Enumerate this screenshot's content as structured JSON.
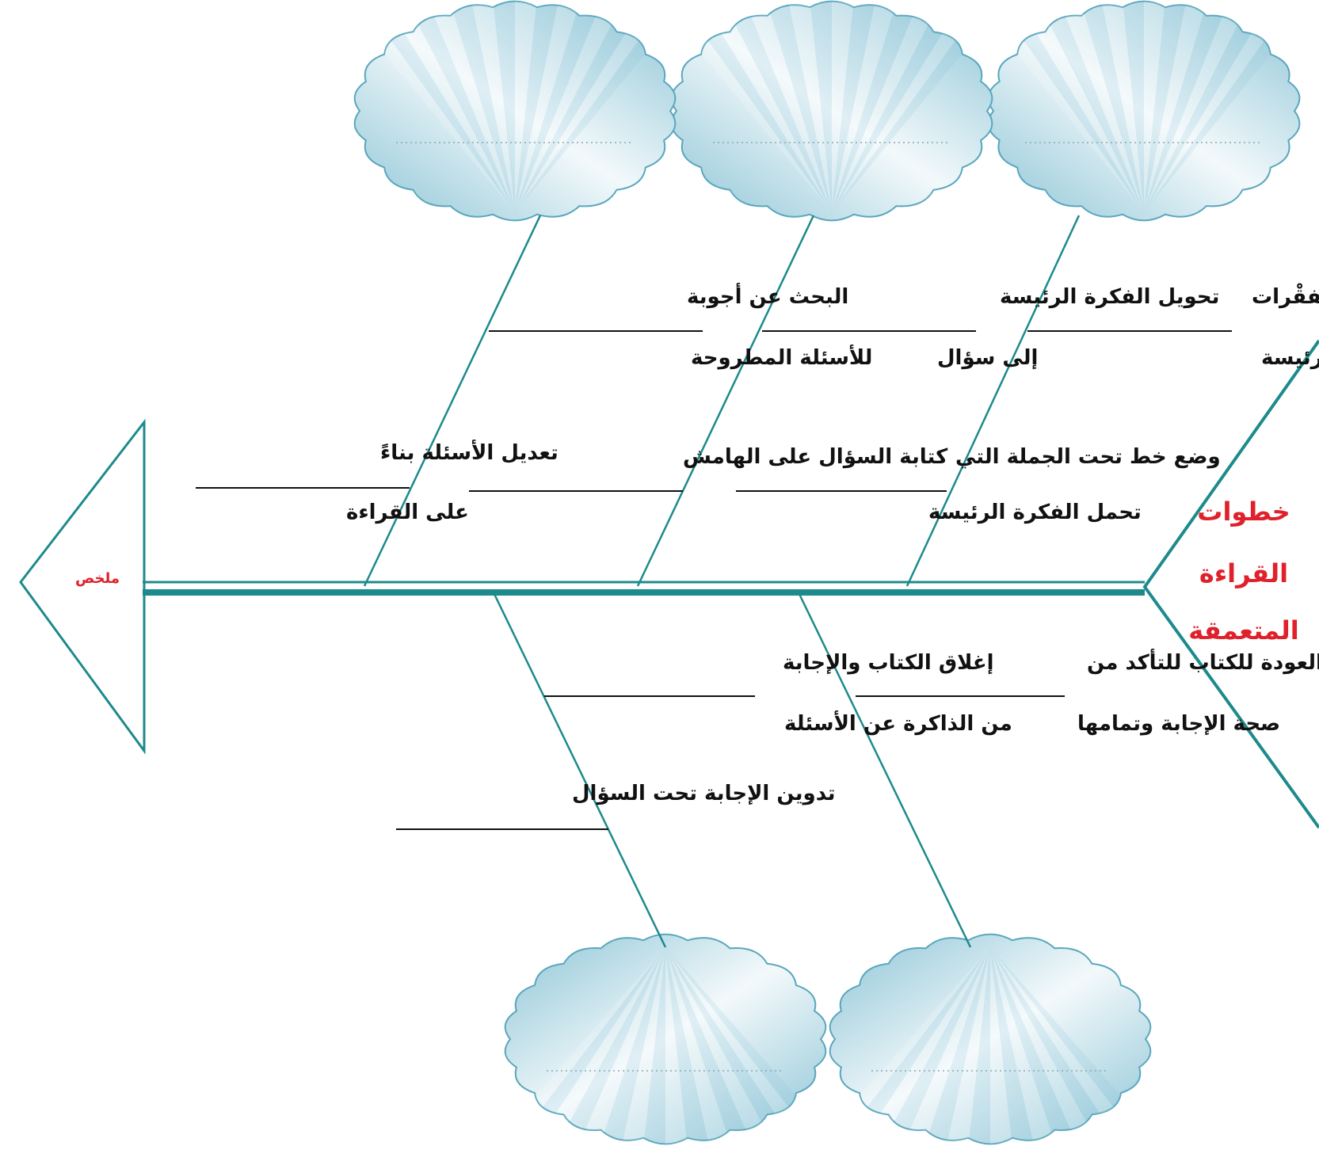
{
  "head": {
    "title_lines": [
      "خطوات",
      "القراءة",
      "المتعمقة"
    ],
    "title_color": "#e0202a"
  },
  "tail": {
    "label": "ملخص",
    "label_color": "#e0202a"
  },
  "colors": {
    "spine": "#1d8a8c",
    "cloud_edge": "#5aa7bd",
    "cloud_fill_dark": "#8cc4d6",
    "cloud_fill_light": "#f3f9fb",
    "text": "#111111"
  },
  "branches": {
    "top_right": {
      "main": [
        "قراءة مطالع الفقْرات",
        "لتحديد الفكرة الرئيسة"
      ],
      "sub": [
        "وضع خط تحت الجملة التي",
        "تحمل الفكرة الرئيسة"
      ],
      "cloud_text": ""
    },
    "top_middle": {
      "main": [
        "تحويل الفكرة الرئيسة",
        "إلى سؤال"
      ],
      "sub": [
        "كتابة السؤال على الهامش"
      ],
      "cloud_text": ""
    },
    "top_left": {
      "main": [
        "البحث عن أجوبة",
        "للأسئلة المطروحة"
      ],
      "sub": [
        "تعديل الأسئلة بناءً",
        "على القراءة"
      ],
      "cloud_text": ""
    },
    "bottom_right": {
      "main": [
        "العودة للكتاب للتأكد من",
        "صحة الإجابة وتمامها"
      ],
      "cloud_text": ""
    },
    "bottom_left": {
      "main": [
        "إغلاق الكتاب والإجابة",
        "من الذاكرة عن الأسئلة"
      ],
      "sub": [
        "تدوين الإجابة تحت السؤال"
      ],
      "cloud_text": ""
    }
  }
}
